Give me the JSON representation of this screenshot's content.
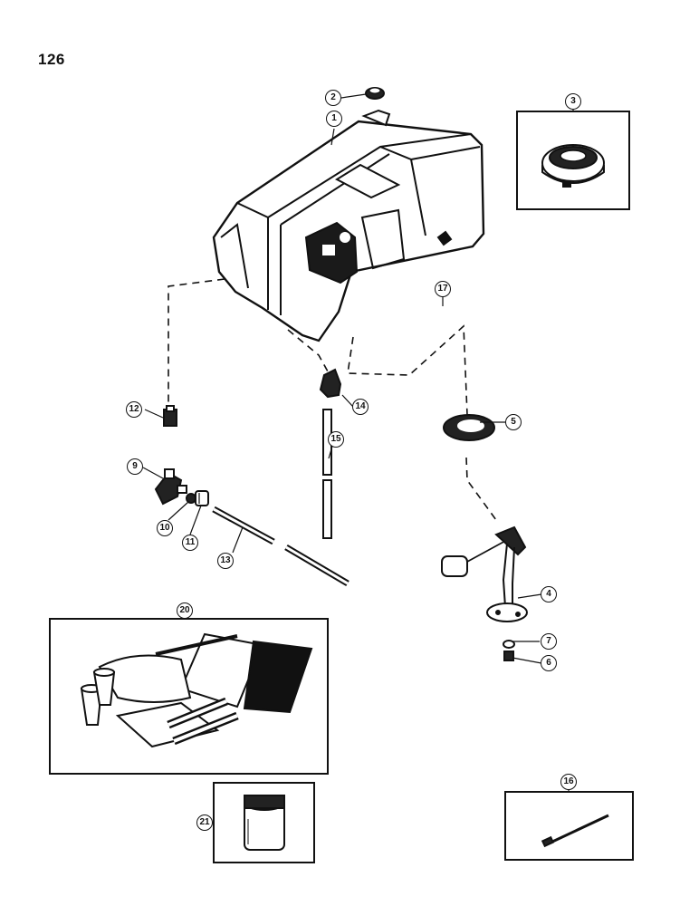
{
  "page": {
    "number": "126"
  },
  "callouts": [
    {
      "id": "c1",
      "label": "1"
    },
    {
      "id": "c2",
      "label": "2"
    },
    {
      "id": "c3",
      "label": "3"
    },
    {
      "id": "c4",
      "label": "4"
    },
    {
      "id": "c5",
      "label": "5"
    },
    {
      "id": "c6",
      "label": "6"
    },
    {
      "id": "c7",
      "label": "7"
    },
    {
      "id": "c9",
      "label": "9"
    },
    {
      "id": "c10",
      "label": "10"
    },
    {
      "id": "c11",
      "label": "11"
    },
    {
      "id": "c12",
      "label": "12"
    },
    {
      "id": "c13",
      "label": "13"
    },
    {
      "id": "c14",
      "label": "14"
    },
    {
      "id": "c15",
      "label": "15"
    },
    {
      "id": "c16",
      "label": "16"
    },
    {
      "id": "c17",
      "label": "17"
    },
    {
      "id": "c20",
      "label": "20"
    },
    {
      "id": "c21",
      "label": "21"
    }
  ]
}
